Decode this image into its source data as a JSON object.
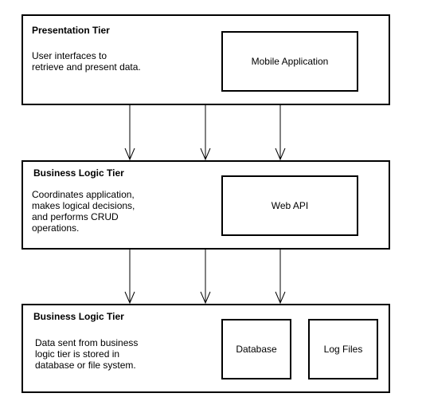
{
  "tiers": [
    {
      "title": "Presentation Tier",
      "description": "User interfaces to\nretrieve and present data.",
      "components": [
        "Mobile Application"
      ]
    },
    {
      "title": "Business Logic Tier",
      "description": "Coordinates application,\nmakes logical decisions,\nand performs CRUD\noperations.",
      "components": [
        "Web API"
      ]
    },
    {
      "title": "Business Logic Tier",
      "description": "Data sent from business\nlogic tier is stored in\ndatabase or file system.",
      "components": [
        "Database",
        "Log Files"
      ]
    }
  ]
}
